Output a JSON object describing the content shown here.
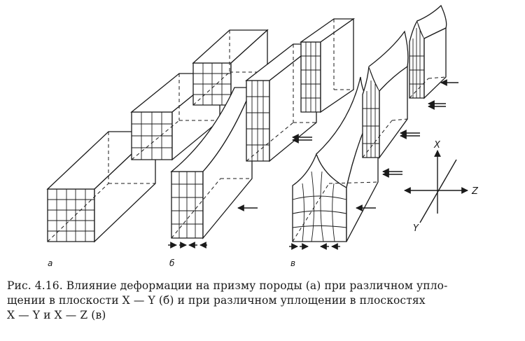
{
  "figure": {
    "panel_labels": [
      "а",
      "б",
      "в"
    ],
    "axes": {
      "x": "X",
      "y": "Y",
      "z": "Z"
    }
  },
  "caption": {
    "lines": [
      "Рис. 4.16. Влияние деформации на призму породы (а) при различном упло-",
      "щении в плоскости X — Y (б) и при различном  уплощении в плоскостях",
      "X — Y и X — Z (в)"
    ]
  }
}
